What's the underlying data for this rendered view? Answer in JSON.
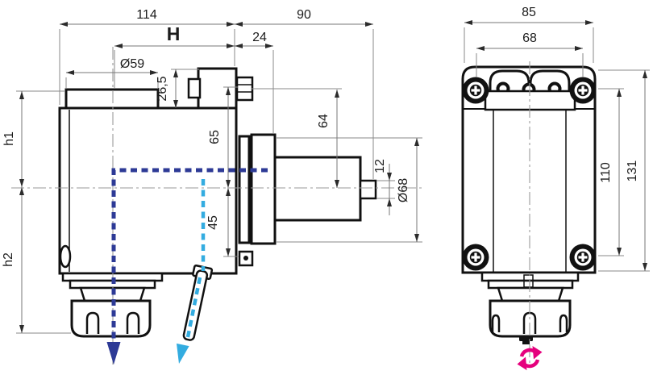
{
  "left_view": {
    "dims": {
      "total_width": "114",
      "spindle_side_width": "90",
      "gauge": "H",
      "flange_offset": "24",
      "cap_diameter": "Ø59",
      "cap_height": "26,5",
      "height_h1": "h1",
      "height_h2": "h2",
      "axis_to_upper_port": "65",
      "axis_to_lower_port": "45",
      "port_to_axis": "64",
      "tip_length": "12",
      "flange_diameter": "Ø68"
    }
  },
  "right_view": {
    "dims": {
      "body_width": "85",
      "bolt_span": "68",
      "bolt_vertical_span": "110",
      "body_height": "131"
    }
  },
  "colors": {
    "coolant_internal": "#2d3a96",
    "coolant_external": "#33ace0",
    "rotation": "#e5007d",
    "outline": "#111111",
    "dimension": "#777777"
  }
}
